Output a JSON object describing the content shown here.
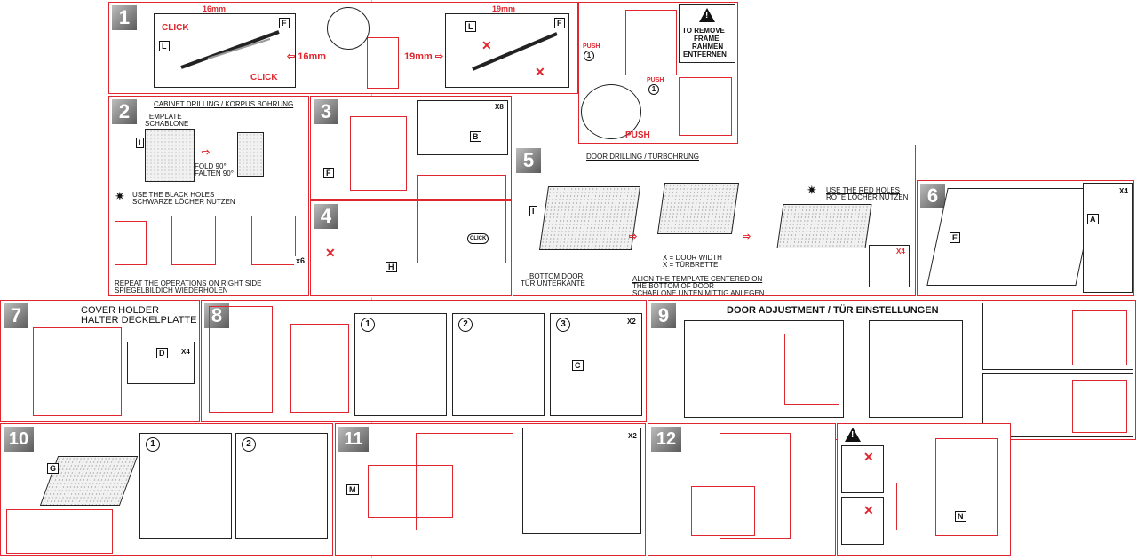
{
  "step1": {
    "num": "1",
    "dim_left_top": "16mm",
    "dim_left_arrow": "16mm",
    "dim_right_top": "19mm",
    "dim_right_arrow": "19mm",
    "click1": "CLICK",
    "click2": "CLICK",
    "label_l": "L",
    "label_f": "F",
    "label_l2": "L",
    "label_f2": "F"
  },
  "step1b": {
    "push1": "PUSH",
    "push2": "PUSH",
    "push3": "PUSH",
    "n1": "1",
    "n2": "1",
    "warning_line1": "TO REMOVE",
    "warning_line2": "FRAME",
    "warning_line3": "RAHMEN",
    "warning_line4": "ENTFERNEN"
  },
  "step2": {
    "num": "2",
    "title": "CABINET DRILLING / KORPUS BOHRUNG",
    "template1": "TEMPLATE",
    "template2": "SCHABLONE",
    "fold1": "FOLD 90°",
    "fold2": "FALTEN 90°",
    "label_i": "I",
    "holes1": "USE THE BLACK HOLES",
    "holes2": "SCHWARZE LÖCHER NUTZEN",
    "repeat1": "REPEAT THE OPERATIONS ON RIGHT SIDE",
    "repeat2": "SPIEGELBILDICH WIEDERHOLEN",
    "x6": "x6"
  },
  "step3": {
    "num": "3",
    "label_f": "F",
    "label_b": "B",
    "x8": "x8"
  },
  "step4": {
    "num": "4",
    "label_h": "H",
    "click": "CLICK"
  },
  "step5": {
    "num": "5",
    "title": "DOOR DRILLING / TÜRBOHRUNG",
    "label_i": "I",
    "bottom1": "BOTTOM DOOR",
    "bottom2": "TÜR UNTERKANTE",
    "xdoor1": "X = DOOR WIDTH",
    "xdoor2": "X = TÜRBRETTE",
    "align1": "ALIGN THE TEMPLATE CENTERED ON",
    "align2": "THE BOTTOM OF DOOR",
    "align3": "SCHABLONE UNTEN MITTIG ANLEGEN",
    "red1": "USE THE RED HOLES",
    "red2": "ROTE LÖCHER NUTZEN",
    "x4": "x4"
  },
  "step6": {
    "num": "6",
    "label_e": "E",
    "label_a": "A",
    "x4": "x4"
  },
  "step7": {
    "num": "7",
    "title1": "COVER HOLDER",
    "title2": "HALTER DECKELPLATTE",
    "label_d": "D",
    "x4": "x4"
  },
  "step8": {
    "num": "8",
    "c1": "1",
    "c2": "2",
    "c3": "3",
    "label_c": "C",
    "x2": "x2"
  },
  "step9": {
    "num": "9",
    "title": "DOOR ADJUSTMENT / TÜR EINSTELLUNGEN"
  },
  "step10": {
    "num": "10",
    "label_g": "G",
    "c1": "1",
    "c2": "2"
  },
  "step11": {
    "num": "11",
    "label_m": "M",
    "x2": "x2"
  },
  "step12": {
    "num": "12",
    "label_n": "N"
  },
  "colors": {
    "accent": "#e0262e",
    "ink": "#111111"
  }
}
